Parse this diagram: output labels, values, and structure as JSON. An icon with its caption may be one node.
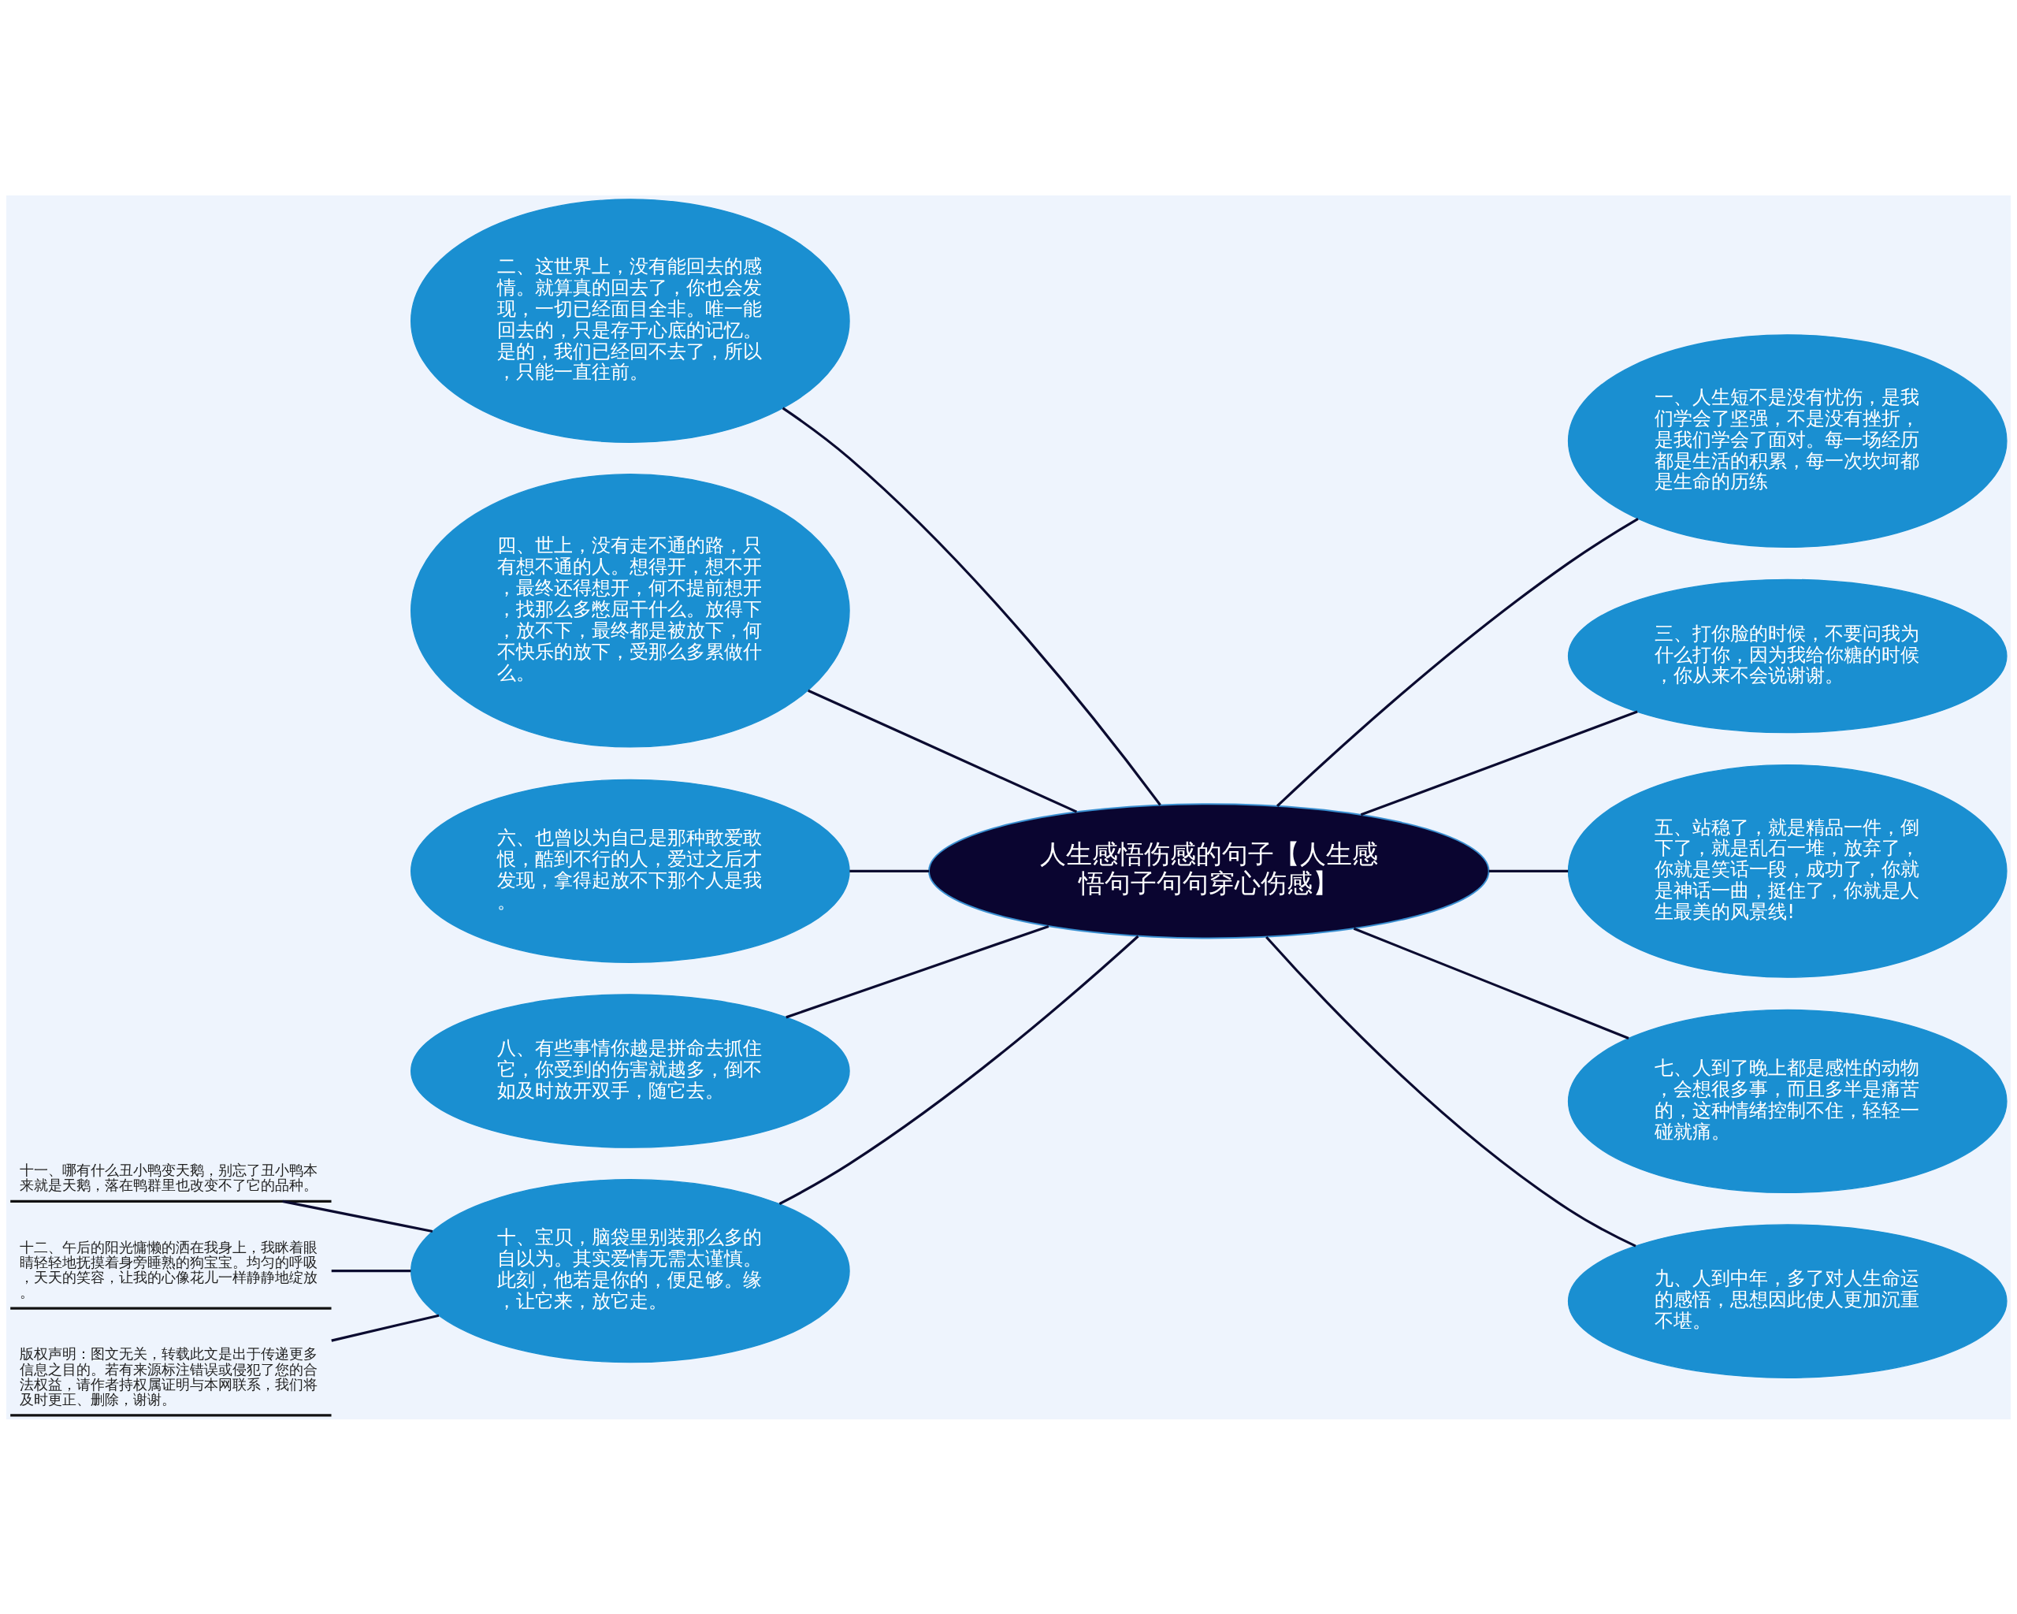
{
  "diagram": {
    "nodes": [
      {
        "text": [
          "人生感悟伤感的句子【人生感悟句子句句穿心伤感】"
        ]
      },
      {
        "text": [
          "二、这世界上，没有能回去的感情。就算真的回去了，你也会发现，一切已经面目全非。唯一能回去的，只是存于心底的记忆。是的，我们已经回不去了，所以，只能一直往前。"
        ]
      },
      {
        "text": [
          "四、世上，没有走不通的路，只有想不通的人。想得开，想不开，最终还得想开，何不提前想开，找那么多憋屈干什么。放得下，放不下，最终都是被放下，何不快乐的放下，受那么多累做什么。"
        ]
      },
      {
        "text": [
          "六、也曾以为自己是那种敢爱敢恨，酷到不行的人，爱过之后才发现，拿得起放不下那个人是我。"
        ]
      },
      {
        "text": [
          "八、有些事情你越是拼命去抓住它，你受到的伤害就越多，倒不如及时放开双手，随它去。"
        ]
      },
      {
        "text": [
          "十、宝贝，脑袋里别装那么多的自以为。其实爱情无需太谨慎。此刻，他若是你的，便足够。缘，让它来，放它走。"
        ]
      },
      {
        "text": [
          "十一、哪有什么丑小鸭变天鹅，别忘了丑小鸭本来就是天鹅，落在鸭群里也改变不了它的品种。"
        ]
      },
      {
        "text": [
          "十二、午后的阳光慵懒的洒在我身上，我眯着眼睛轻轻地抚摸着身旁睡熟的狗宝宝。均匀的呼吸，天天的笑容，让我的心像花儿一样静静地绽放。"
        ]
      },
      {
        "text": [
          "版权声明：图文无关，转载此文是出于传递更多信息之目的。若有来源标注错误或侵犯了您的合法权益，请作者持权属证明与本网联系，我们将及时更正、删除，谢谢。"
        ]
      },
      {
        "text": [
          "一、人生短不是没有忧伤，是我们学会了坚强，不是没有挫折，是我们学会了面对。每一场经历都是生活的积累，每一次坎坷都是生命的历练"
        ]
      },
      {
        "text": [
          "三、打你脸的时候，不要问我为什么打你，因为我给你糖的时候，你从来不会说谢谢。"
        ]
      },
      {
        "text": [
          "五、站稳了，就是精品一件，倒下了，就是乱石一堆，放弃了，你就是笑话一段，成功了，你就是神话一曲，挺住了，你就是人生最美的风景线!"
        ]
      },
      {
        "text": [
          "七、人到了晚上都是感性的动物，会想很多事，而且多半是痛苦的，这种情绪控制不住，轻轻一碰就痛。"
        ]
      },
      {
        "text": [
          "九、人到中年，多了对人生命运的感悟，思想因此使人更加沉重不堪。"
        ]
      }
    ],
    "edges": [
      {
        "from": 0,
        "to": 1,
        "arrow": "none"
      },
      {
        "from": 0,
        "to": 2,
        "arrow": "none"
      },
      {
        "from": 0,
        "to": 3,
        "arrow": "none"
      },
      {
        "from": 0,
        "to": 4,
        "arrow": "none"
      },
      {
        "from": 0,
        "to": 5,
        "arrow": "none"
      },
      {
        "from": 5,
        "to": 6,
        "arrow": "none"
      },
      {
        "from": 5,
        "to": 7,
        "arrow": "none"
      },
      {
        "from": 5,
        "to": 8,
        "arrow": "none"
      },
      {
        "from": 0,
        "to": 9,
        "arrow": "none"
      },
      {
        "from": 0,
        "to": 10,
        "arrow": "none"
      },
      {
        "from": 0,
        "to": 11,
        "arrow": "none"
      },
      {
        "from": 0,
        "to": 12,
        "arrow": "none"
      },
      {
        "from": 0,
        "to": 13,
        "arrow": "none"
      }
    ]
  }
}
